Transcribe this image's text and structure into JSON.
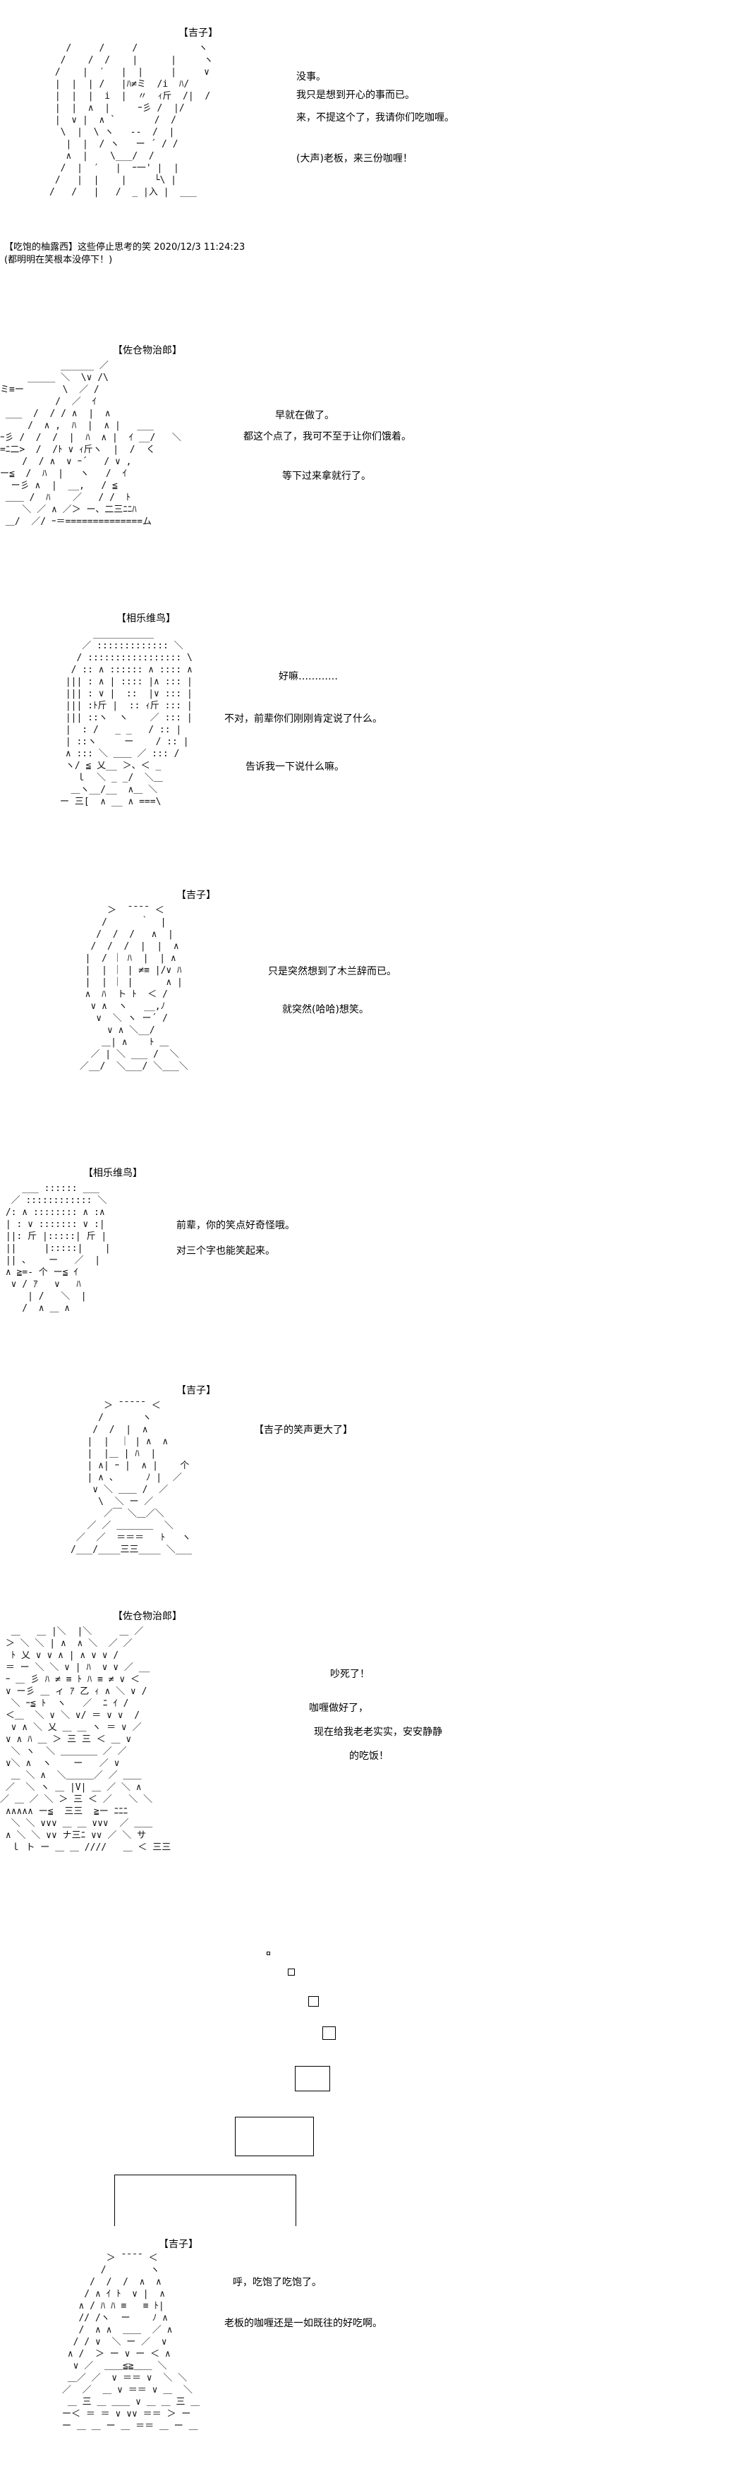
{
  "panels": [
    {
      "speaker": "【吉子】",
      "lines": [
        "没事。",
        "我只是想到开心的事而已。",
        "来，不提这个了，我请你们吃咖喱。",
        "(大声)老板，来三份咖喱！"
      ],
      "comment": [
        "【吃饱的柚露西】这些停止思考的笑 2020/12/3 11:24:23",
        "(都明明在笑根本没停下！)"
      ]
    },
    {
      "speaker": "【佐仓物治郎】",
      "lines": [
        "早就在做了。",
        "都这个点了，我可不至于让你们饿着。",
        "等下过来拿就行了。"
      ]
    },
    {
      "speaker": "【相乐维鸟】",
      "lines": [
        "好嘛…………",
        "不对，前辈你们刚刚肯定说了什么。",
        "告诉我一下说什么嘛。"
      ]
    },
    {
      "speaker": "【吉子】",
      "lines": [
        "只是突然想到了木兰辞而已。",
        "就突然(哈哈)想笑。"
      ]
    },
    {
      "speaker": "【相乐维鸟】",
      "lines": [
        "前辈，你的笑点好奇怪哦。",
        "对三个字也能笑起来。"
      ]
    },
    {
      "speaker": "【吉子】",
      "lines": [
        "【吉子的笑声更大了】"
      ]
    },
    {
      "speaker": "【佐仓物治郎】",
      "lines": [
        "吵死了！",
        "咖喱做好了，",
        "现在给我老老实实，安安静静",
        "的吃饭！"
      ]
    },
    {
      "speaker": "【吉子】",
      "lines": [
        "呼，吃饱了吃饱了。",
        "老板的咖喱还是一如既往的好吃啊。"
      ]
    }
  ]
}
